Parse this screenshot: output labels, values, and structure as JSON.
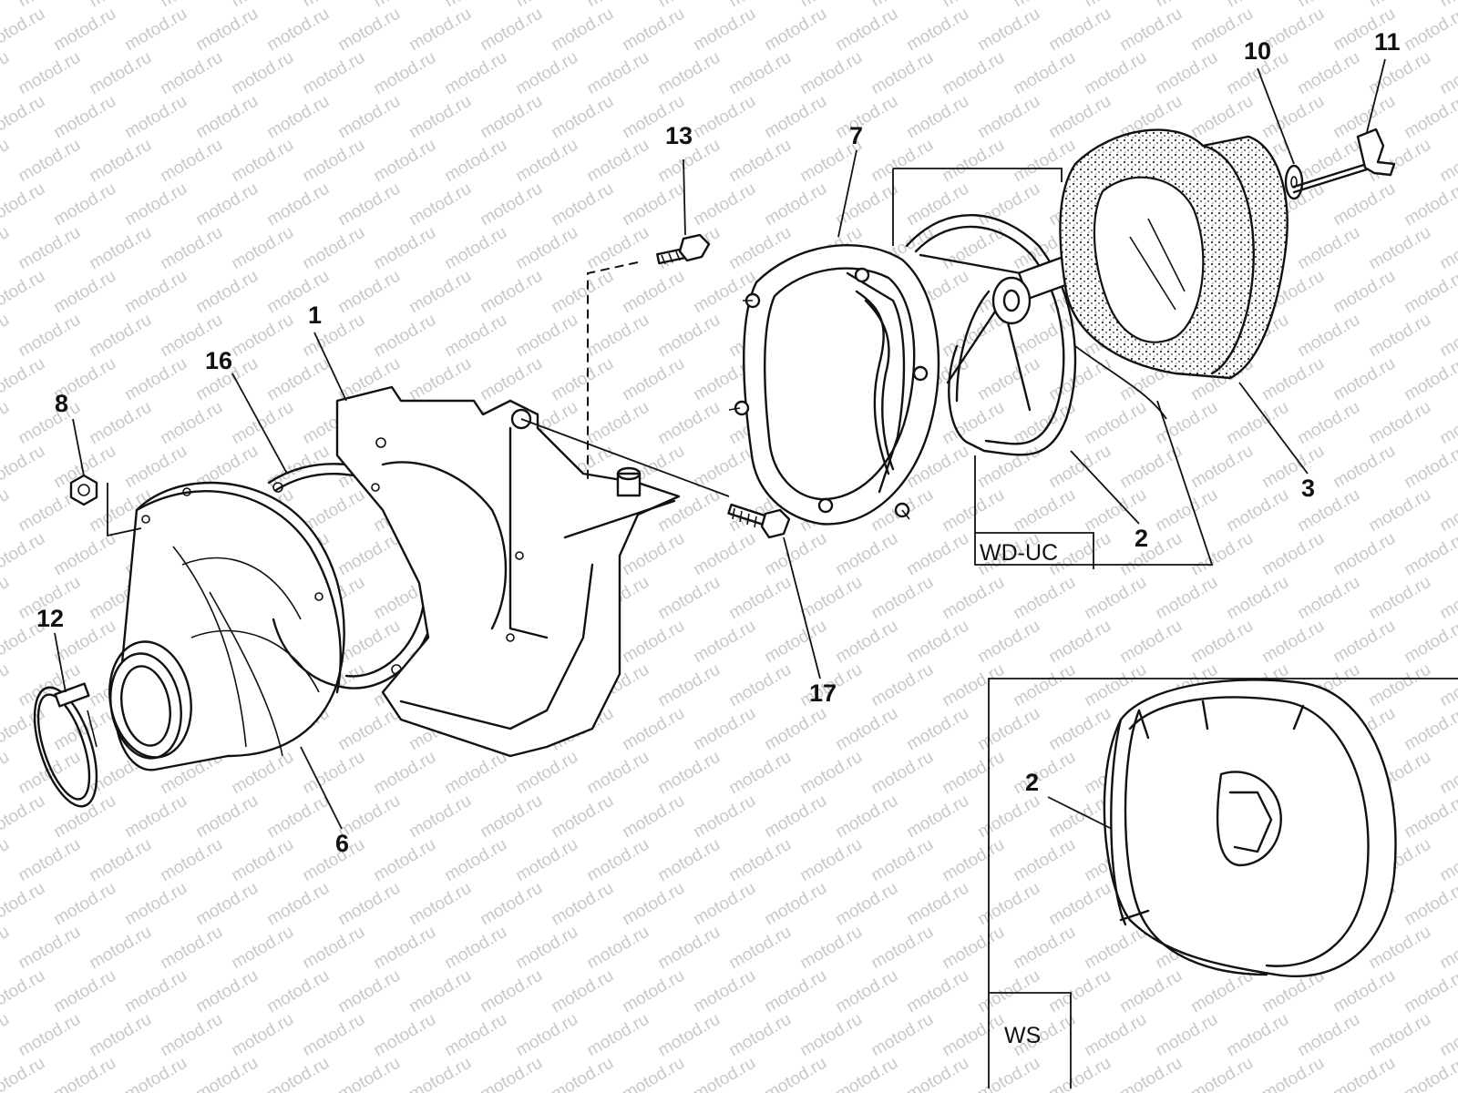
{
  "watermark": {
    "text": "motod.ru",
    "color": "#c8c8c8"
  },
  "callouts": {
    "c1": "1",
    "c2": "2",
    "c2b": "2",
    "c3": "3",
    "c6": "6",
    "c7": "7",
    "c8": "8",
    "c10": "10",
    "c11": "11",
    "c12": "12",
    "c13": "13",
    "c16": "16",
    "c17": "17"
  },
  "variants": {
    "wd_uc": "WD-UC",
    "ws": "WS"
  }
}
